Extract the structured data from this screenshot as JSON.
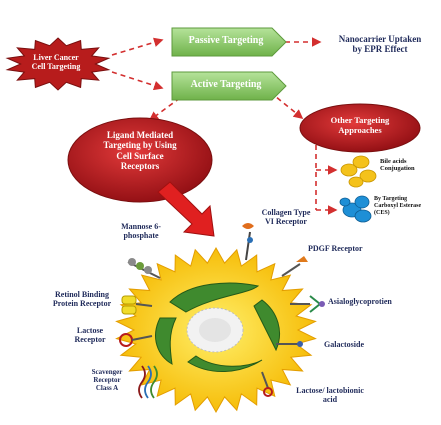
{
  "nodes": {
    "liver_cancer": "Liver Cancer\nCell Targeting",
    "passive": "Passive Targeting",
    "active": "Active Targeting",
    "nanocarrier": "Nanocarrier Uptaken\nby EPR Effect",
    "ligand": "Ligand Mediated\nTargeting by Using\nCell Surface\nReceptors",
    "other": "Other Targeting\nApproaches",
    "bile": "Bile acids\nConjugation",
    "ces": "By Targeting\nCarboxyl Esterase\n(CES)"
  },
  "receptors": {
    "mannose": "Mannose 6-\nphosphate",
    "collagen": "Collagen Type\nVI Receptor",
    "pdgf": "PDGF Receptor",
    "retinol": "Retinol Binding\nProtein Receptor",
    "asialo": "Asialoglycoprotien",
    "lactose": "Lactose\nReceptor",
    "galactoside": "Galactoside",
    "scavenger": "Scavenger\nReceptor\nClass A",
    "lactobionic": "Lactose/ lactobionic\nacid"
  },
  "colors": {
    "liver_star": "#b71c1c",
    "arrow_banner": "#8fcf6a",
    "ellipse": "#c0121b",
    "cell": "#ffd21f",
    "organelle": "#3f8a2e",
    "label": "#1f2a5a",
    "dashed": "#d32f2f"
  }
}
